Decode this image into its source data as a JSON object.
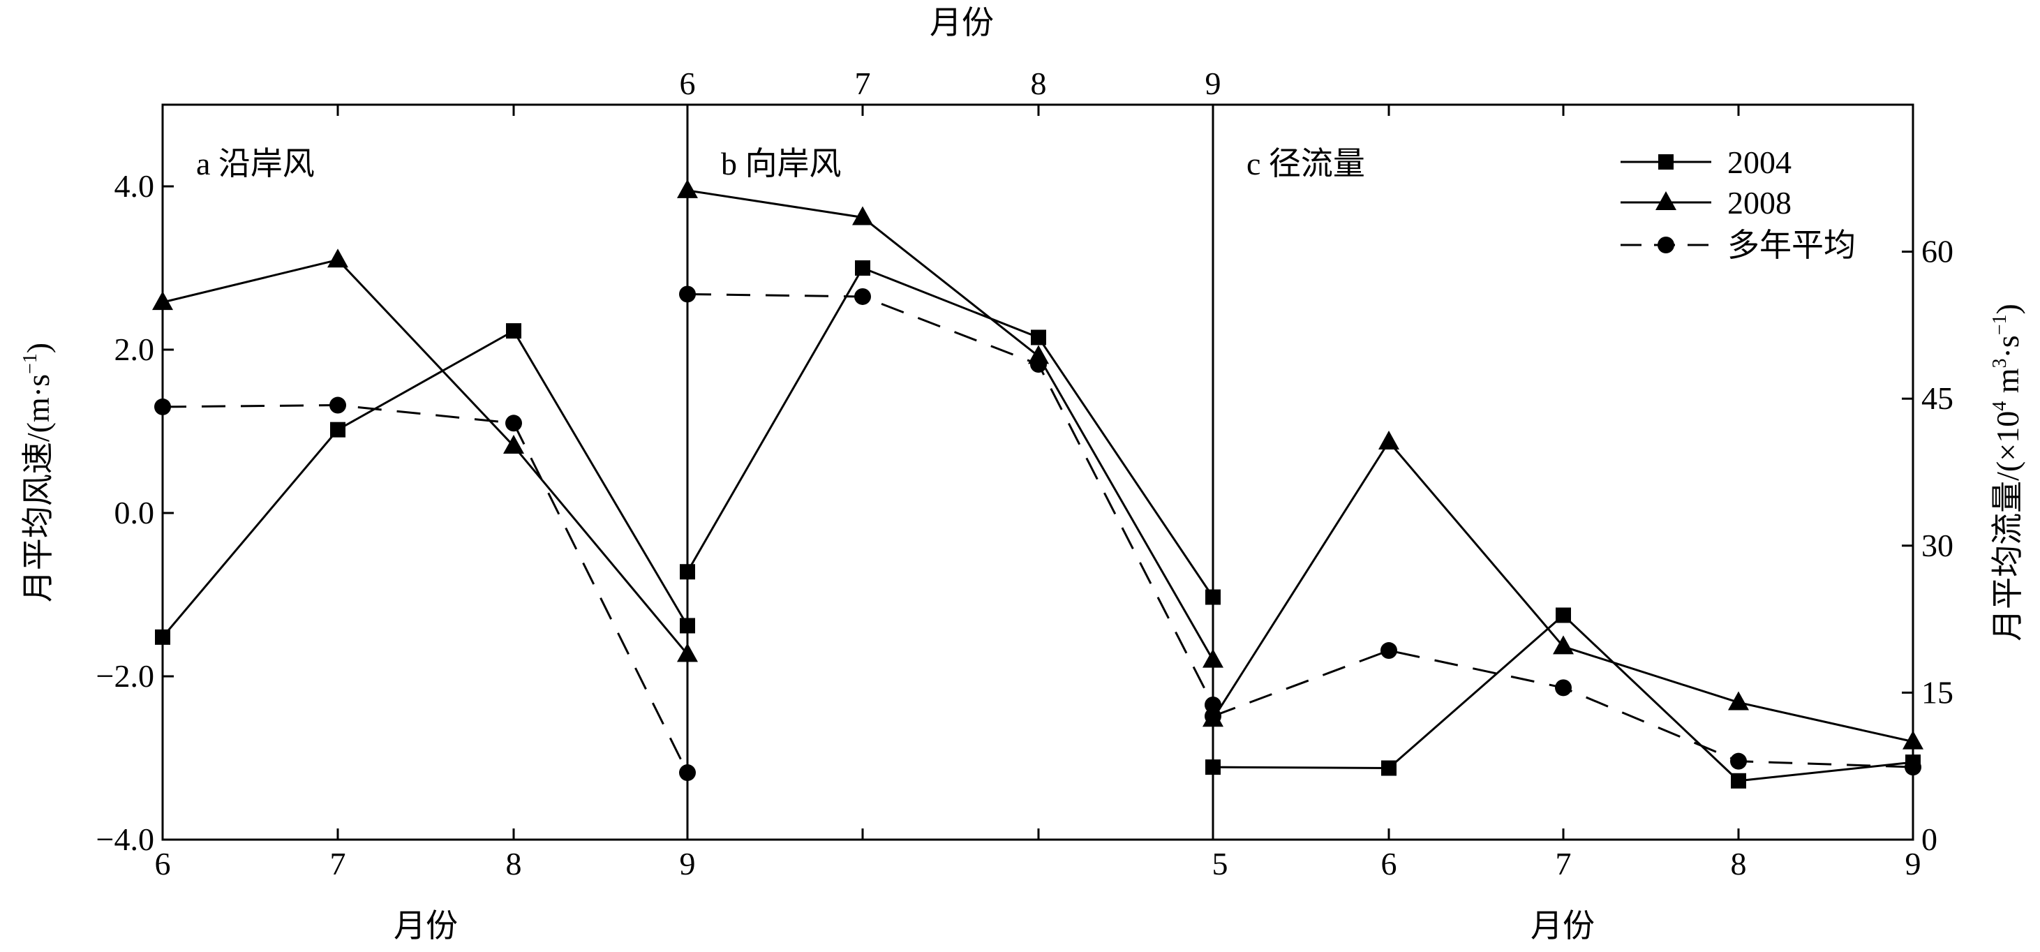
{
  "chart_data": {
    "type": "line",
    "top_xlabel": "月份",
    "bottom_xlabel": "月份",
    "left_ylabel": "月平均风速/(m·s",
    "left_ylabel_sup": "−1",
    "left_ylabel_tail": ")",
    "right_ylabel": "月平均流量/(×10",
    "right_ylabel_sup1": "4",
    "right_ylabel_mid": " m",
    "right_ylabel_sup2": "3",
    "right_ylabel_mid2": "·s",
    "right_ylabel_sup3": "−1",
    "right_ylabel_tail": ")",
    "left_ylim": [
      -4.0,
      5.0
    ],
    "left_yticks": [
      "4.0",
      "2.0",
      "0.0",
      "−2.0",
      "−4.0"
    ],
    "right_ylim": [
      0,
      75
    ],
    "right_yticks": [
      "60",
      "45",
      "30",
      "15",
      "0"
    ],
    "legend": {
      "placement": "top-right",
      "entries": [
        {
          "label": "2004",
          "marker": "square",
          "dash": "solid"
        },
        {
          "label": "2008",
          "marker": "triangle",
          "dash": "solid"
        },
        {
          "label": "多年平均",
          "marker": "circle",
          "dash": "dashed"
        }
      ]
    },
    "panels": [
      {
        "label": "a  沿岸风",
        "axis": "left",
        "x": [
          "6",
          "7",
          "8",
          "9"
        ],
        "bottom_ticks": [
          "6",
          "7",
          "8",
          "9"
        ],
        "top_ticks": [],
        "series": [
          {
            "name": "2004",
            "values": [
              -1.52,
              1.02,
              2.23,
              -1.38
            ]
          },
          {
            "name": "2008",
            "values": [
              2.58,
              3.1,
              0.82,
              -1.73
            ]
          },
          {
            "name": "多年平均",
            "values": [
              1.3,
              1.32,
              1.1,
              -3.18
            ]
          }
        ]
      },
      {
        "label": "b  向岸风",
        "axis": "left",
        "x": [
          "6",
          "7",
          "8",
          "9"
        ],
        "bottom_ticks": [],
        "top_ticks": [
          "6",
          "7",
          "8",
          "9"
        ],
        "series": [
          {
            "name": "2004",
            "values": [
              -0.72,
              3.0,
              2.15,
              -1.03
            ]
          },
          {
            "name": "2008",
            "values": [
              3.95,
              3.62,
              1.92,
              -1.8
            ]
          },
          {
            "name": "多年平均",
            "values": [
              2.68,
              2.65,
              1.82,
              -2.35
            ]
          }
        ]
      },
      {
        "label": "c  径流量",
        "axis": "right",
        "x": [
          "5",
          "6",
          "7",
          "8",
          "9"
        ],
        "bottom_ticks": [
          "5",
          "6",
          "7",
          "8",
          "9"
        ],
        "top_ticks": [],
        "series": [
          {
            "name": "2004",
            "values": [
              7.4,
              7.3,
              22.9,
              6.0,
              7.9
            ]
          },
          {
            "name": "2008",
            "values": [
              12.3,
              40.6,
              19.7,
              14.0,
              10.0
            ]
          },
          {
            "name": "多年平均",
            "values": [
              12.6,
              19.3,
              15.5,
              8.0,
              7.4
            ]
          }
        ]
      }
    ]
  }
}
